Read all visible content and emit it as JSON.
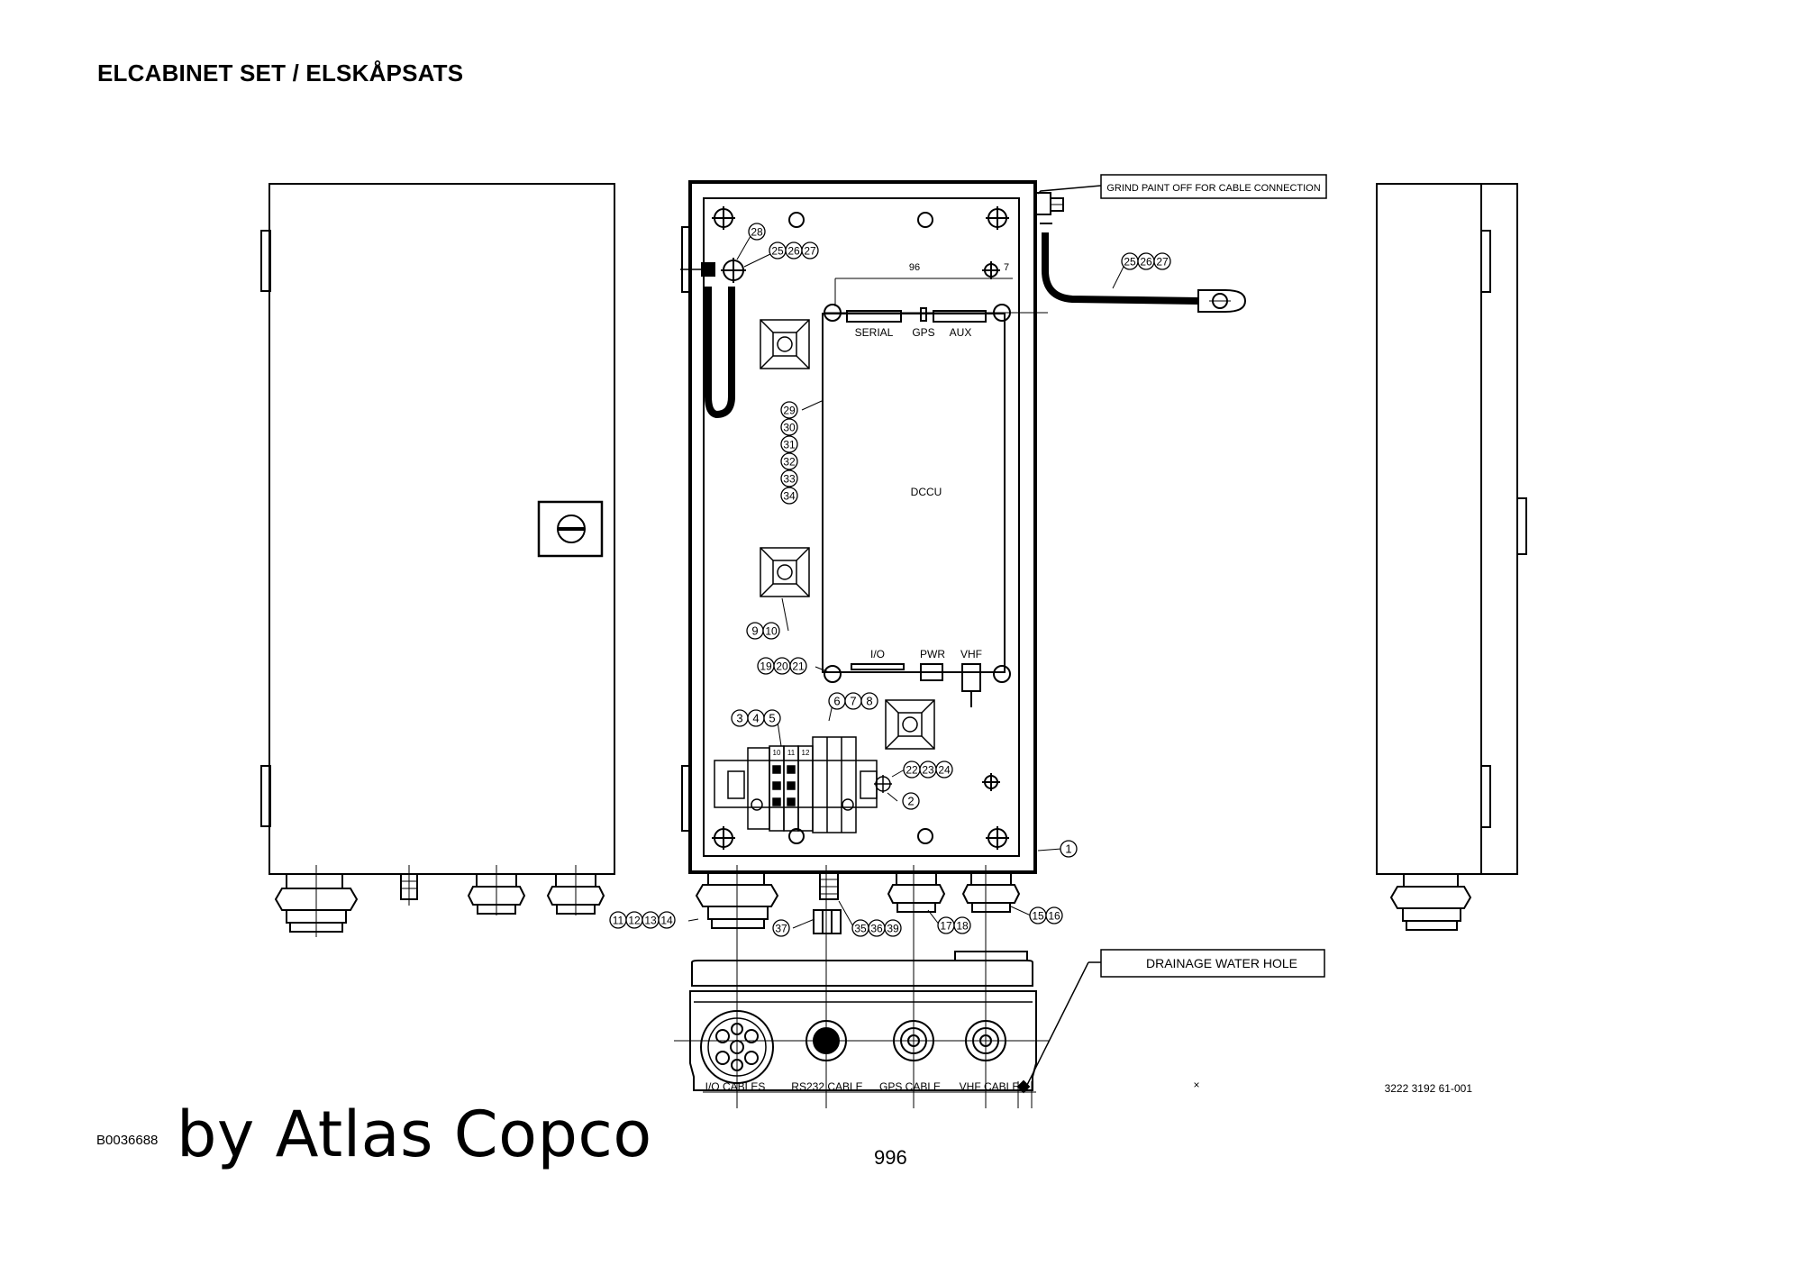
{
  "page": {
    "title": "ELCABINET SET / ELSKÅPSATS",
    "doc_code": "B0036688",
    "brand": "by Atlas Copco",
    "page_number": "996",
    "drawing_number": "3222 3192 61-001"
  },
  "callouts": {
    "grind_paint": "GRIND PAINT OFF FOR CABLE CONNECTION",
    "drainage": "DRAINAGE WATER HOLE"
  },
  "dims": {
    "width": "96",
    "offset": "7"
  },
  "dccu": {
    "label": "DCCU",
    "top_ports": [
      "SERIAL",
      "GPS",
      "AUX"
    ],
    "bottom_ports": [
      "I/O",
      "PWR",
      "VHF"
    ]
  },
  "cables": [
    "I/O CABLES",
    "RS232 CABLE",
    "GPS CABLE",
    "VHF CABLE"
  ],
  "balloons": [
    "1",
    "2",
    "3",
    "4",
    "5",
    "6",
    "7",
    "8",
    "9",
    "10",
    "11",
    "12",
    "13",
    "14",
    "15",
    "16",
    "17",
    "18",
    "19",
    "20",
    "21",
    "22",
    "23",
    "24",
    "25",
    "26",
    "27",
    "28",
    "29",
    "30",
    "31",
    "32",
    "33",
    "34",
    "35",
    "36",
    "37",
    "39"
  ],
  "terminal_numbers": [
    "10",
    "11",
    "12"
  ],
  "colors": {
    "line": "#000000",
    "background": "#ffffff"
  }
}
